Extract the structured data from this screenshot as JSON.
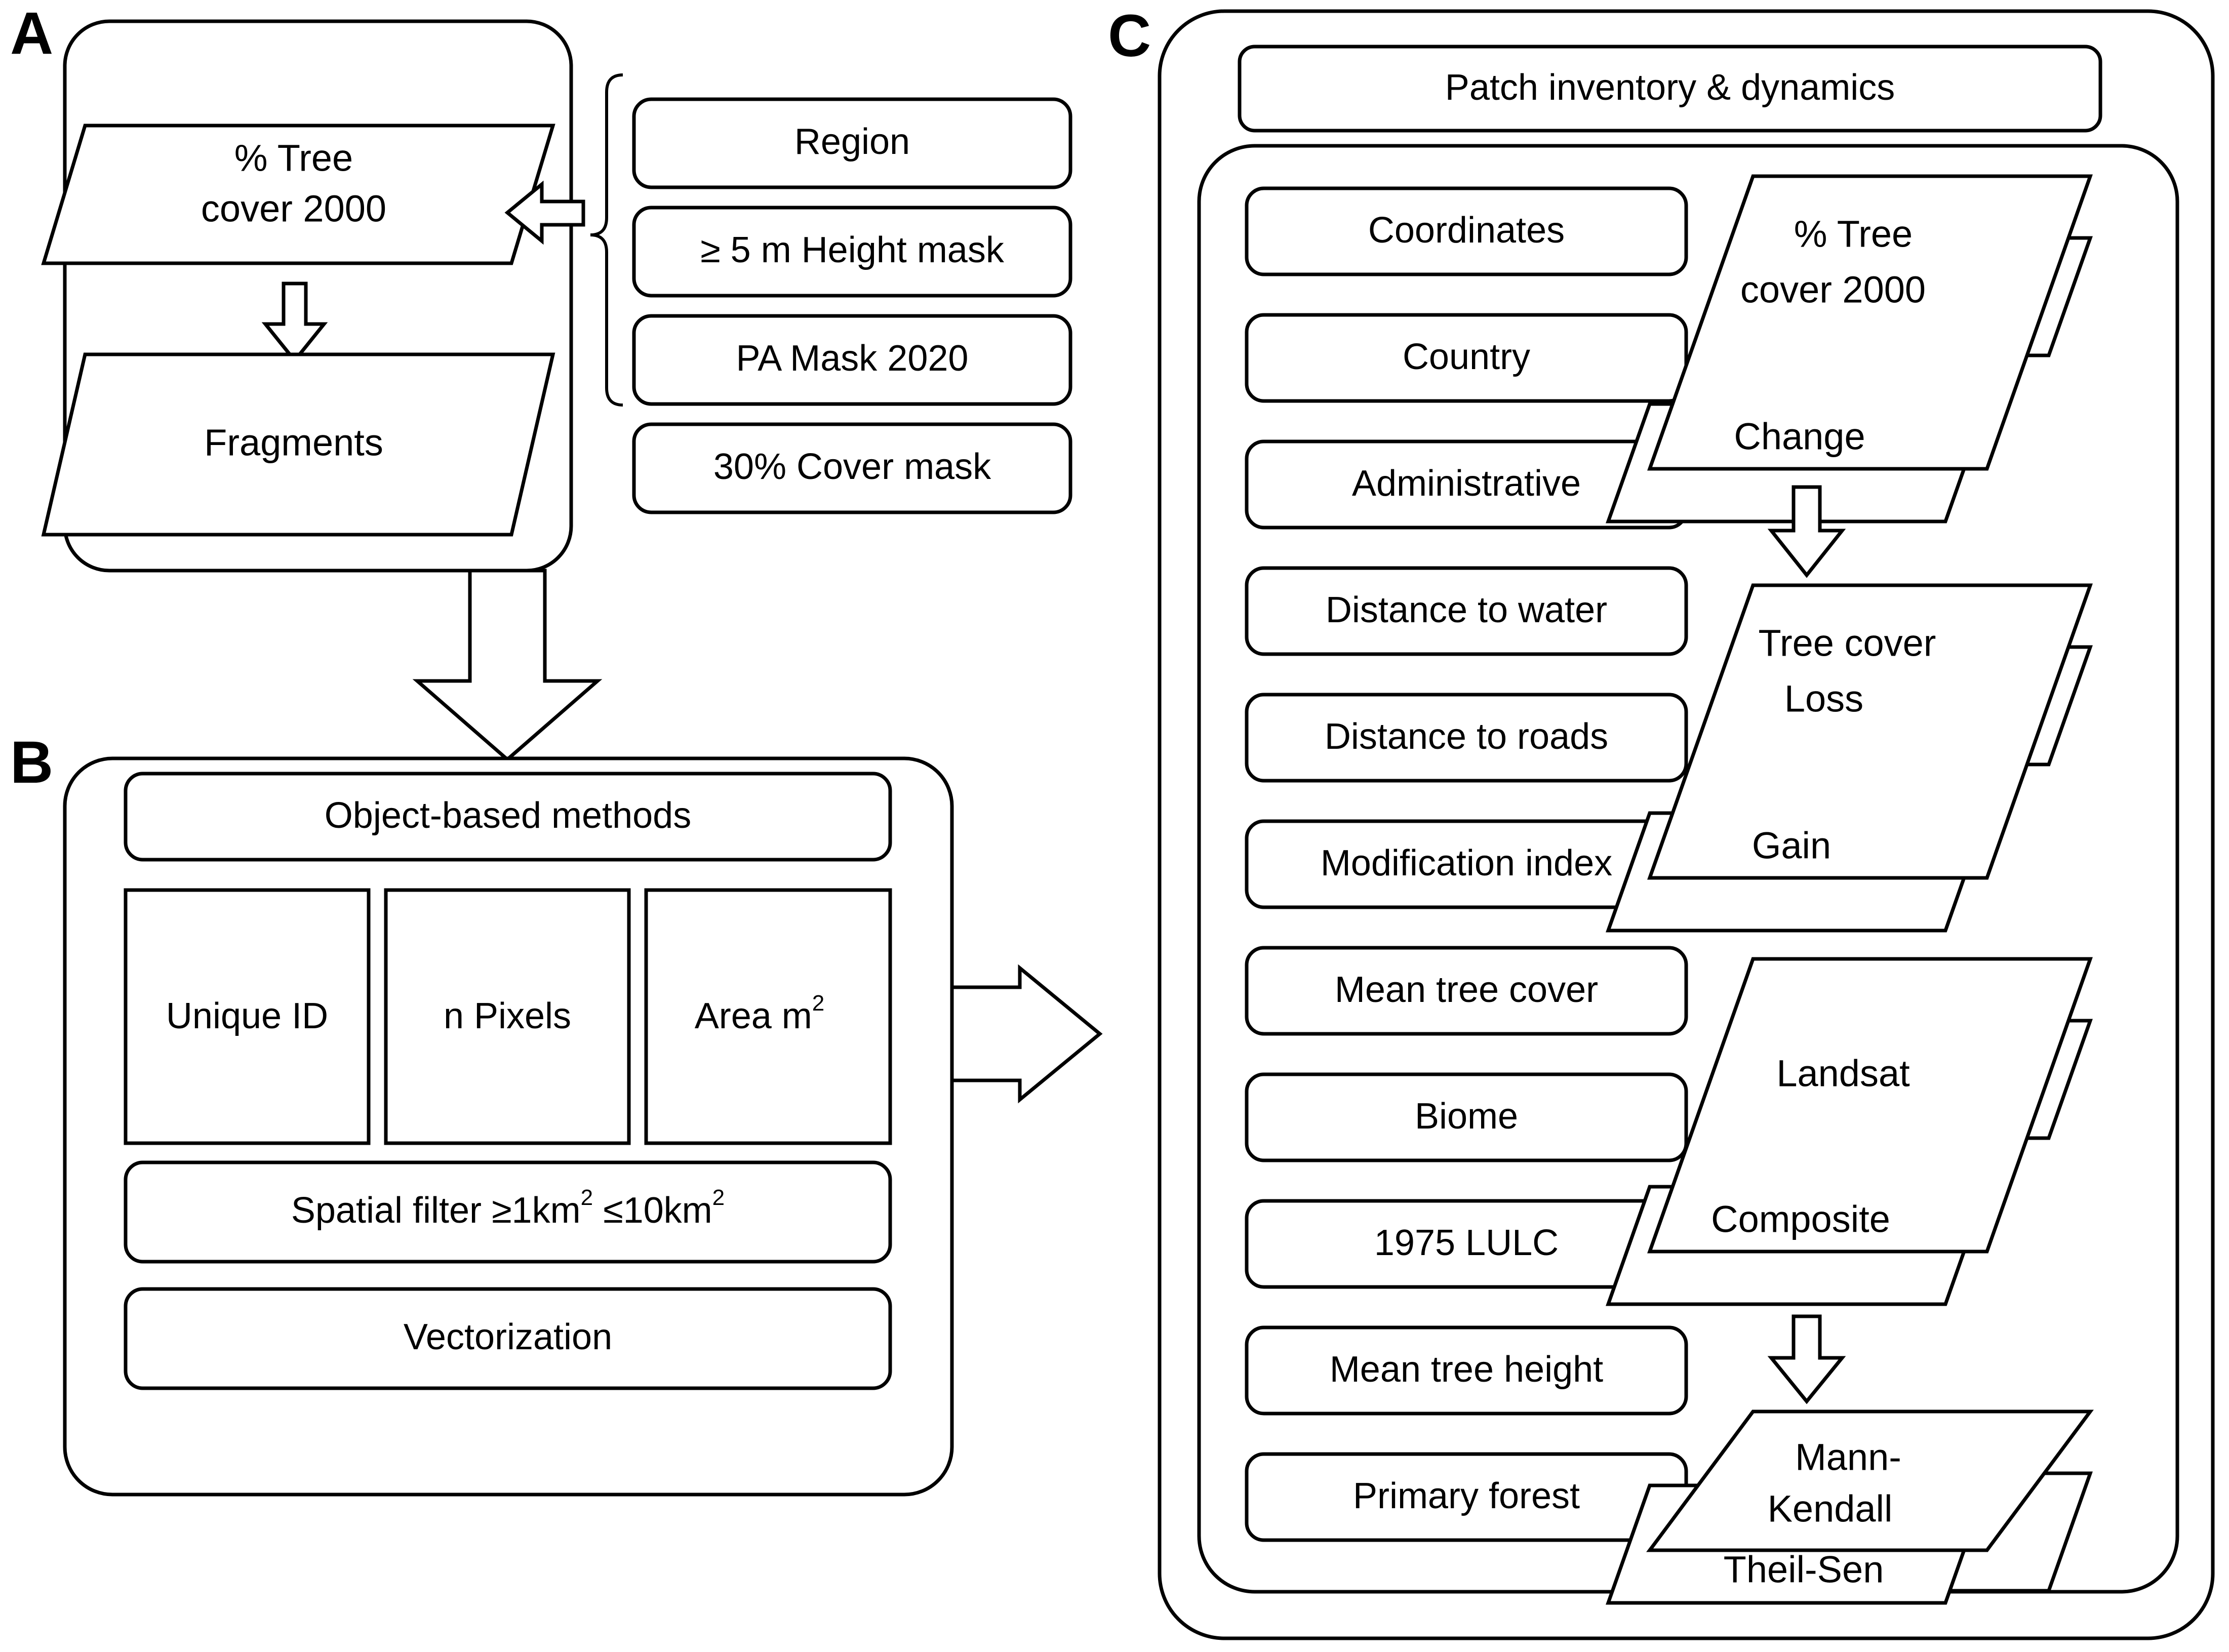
{
  "figure": {
    "type": "flowchart",
    "panels": [
      "A",
      "B",
      "C"
    ]
  },
  "panel_a": {
    "label": "A",
    "data_shapes": [
      {
        "name": "tree-cover-2000",
        "line1": "% Tree",
        "line2": "cover 2000"
      },
      {
        "name": "fragments",
        "line1": "Fragments",
        "line2": ""
      }
    ],
    "mask_boxes": [
      {
        "name": "region",
        "label": "Region"
      },
      {
        "name": "height-mask",
        "label": "≥ 5 m Height mask"
      },
      {
        "name": "pa-mask",
        "label": "PA Mask 2020"
      },
      {
        "name": "cover-mask",
        "label": "30% Cover mask"
      }
    ]
  },
  "panel_b": {
    "label": "B",
    "header": "Object-based methods",
    "attribute_cells": [
      {
        "name": "unique-id",
        "label": "Unique ID",
        "sup": ""
      },
      {
        "name": "n-pixels",
        "label": "n Pixels",
        "sup": ""
      },
      {
        "name": "area-m2",
        "label": "Area m",
        "sup": "2"
      }
    ],
    "spatial_filter": {
      "pre": "Spatial filter ≥1km",
      "sup1": "2",
      "mid": " ≤10km",
      "sup2": "2",
      "full": "Spatial filter ≥1km² ≤10km²"
    },
    "vectorization": "Vectorization"
  },
  "panel_c": {
    "label": "C",
    "header": "Patch inventory & dynamics",
    "attributes": [
      {
        "name": "coordinates",
        "label": "Coordinates"
      },
      {
        "name": "country",
        "label": "Country"
      },
      {
        "name": "administrative",
        "label": "Administrative"
      },
      {
        "name": "distance-to-water",
        "label": "Distance to water"
      },
      {
        "name": "distance-to-roads",
        "label": "Distance to roads"
      },
      {
        "name": "modification-index",
        "label": "Modification index"
      },
      {
        "name": "mean-tree-cover",
        "label": "Mean tree cover"
      },
      {
        "name": "biome",
        "label": "Biome"
      },
      {
        "name": "lulc-1975",
        "label": "1975 LULC"
      },
      {
        "name": "mean-tree-height",
        "label": "Mean tree height"
      },
      {
        "name": "primary-forest",
        "label": "Primary forest"
      }
    ],
    "layer_stacks": [
      {
        "name": "tree-cover-2000-change",
        "front_line1": "% Tree",
        "front_line2": "cover 2000",
        "bottom": "Change"
      },
      {
        "name": "tree-cover-loss-gain",
        "front_line1": "Tree cover",
        "front_line2": "Loss",
        "bottom": "Gain"
      },
      {
        "name": "landsat-composite",
        "front_line1": "Landsat",
        "front_line2": "",
        "bottom": "Composite"
      },
      {
        "name": "mann-kendall-theil-sen",
        "front_line1": "Mann-",
        "front_line2": "Kendall",
        "bottom": "Theil-Sen"
      }
    ]
  },
  "colors": {
    "stroke": "#000000",
    "fill": "#ffffff",
    "background": "#ffffff"
  }
}
